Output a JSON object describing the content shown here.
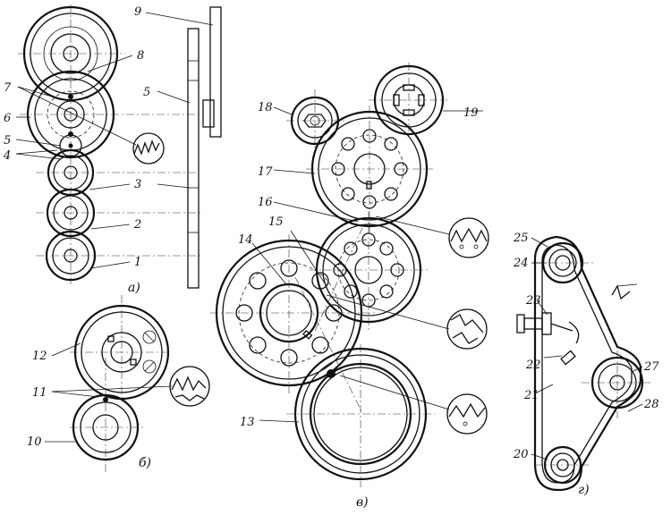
{
  "diagram": {
    "part_a": {
      "caption": "а)",
      "labels": [
        "9",
        "8",
        "7",
        "6",
        "5",
        "4",
        "3",
        "2",
        "1",
        "5"
      ]
    },
    "part_b": {
      "caption": "б)",
      "labels": [
        "12",
        "11",
        "10"
      ]
    },
    "part_v": {
      "caption": "в)",
      "labels": [
        "18",
        "19",
        "17",
        "16",
        "15",
        "14",
        "13"
      ]
    },
    "part_g": {
      "caption": "г)",
      "labels": [
        "25",
        "24",
        "23",
        "22",
        "27",
        "21",
        "28",
        "20"
      ]
    }
  }
}
